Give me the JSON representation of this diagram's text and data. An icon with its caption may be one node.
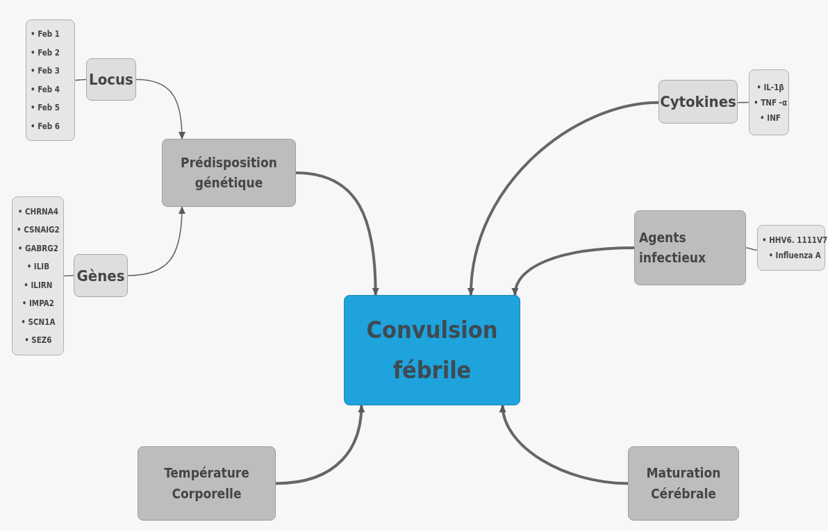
{
  "diagram": {
    "nodes": [
      {
        "text": [
          "• Feb 1",
          "• Feb 2",
          "• Feb 3",
          "• Feb 4",
          "• Feb 5",
          "• Feb 6"
        ]
      },
      {
        "text": [
          "Locus"
        ]
      },
      {
        "text": [
          "Prédisposition génétique"
        ]
      },
      {
        "text": [
          "• CHRNA4",
          "• CSNAIG2",
          "• GABRG2",
          "• ILIB",
          "• ILIRN",
          "• IMPA2",
          "• SCN1A",
          "• SEZ6"
        ]
      },
      {
        "text": [
          "Gènes"
        ]
      },
      {
        "text": [
          "Cytokines"
        ]
      },
      {
        "text": [
          "• IL-1β",
          "• TNF -α",
          "• INF"
        ]
      },
      {
        "text": [
          "Agents infectieux"
        ]
      },
      {
        "text": [
          "• HHV6. 1111V7",
          "• Influenza A"
        ]
      },
      {
        "text": [
          "Convulsion fébrile"
        ]
      },
      {
        "text": [
          "Température Corporelle"
        ]
      },
      {
        "text": [
          "Maturation Cérébrale"
        ]
      }
    ],
    "edges": [
      {
        "from": 0,
        "to": 1,
        "arrow": "none"
      },
      {
        "from": 1,
        "to": 2,
        "arrow": "to"
      },
      {
        "from": 3,
        "to": 4,
        "arrow": "none"
      },
      {
        "from": 4,
        "to": 2,
        "arrow": "to"
      },
      {
        "from": 2,
        "to": 9,
        "arrow": "to",
        "style": "thick"
      },
      {
        "from": 5,
        "to": 9,
        "arrow": "to",
        "style": "thick"
      },
      {
        "from": 5,
        "to": 6,
        "arrow": "none"
      },
      {
        "from": 7,
        "to": 9,
        "arrow": "to",
        "style": "thick"
      },
      {
        "from": 7,
        "to": 8,
        "arrow": "none"
      },
      {
        "from": 10,
        "to": 9,
        "arrow": "to",
        "style": "thick"
      },
      {
        "from": 11,
        "to": 9,
        "arrow": "to",
        "style": "thick"
      }
    ]
  }
}
